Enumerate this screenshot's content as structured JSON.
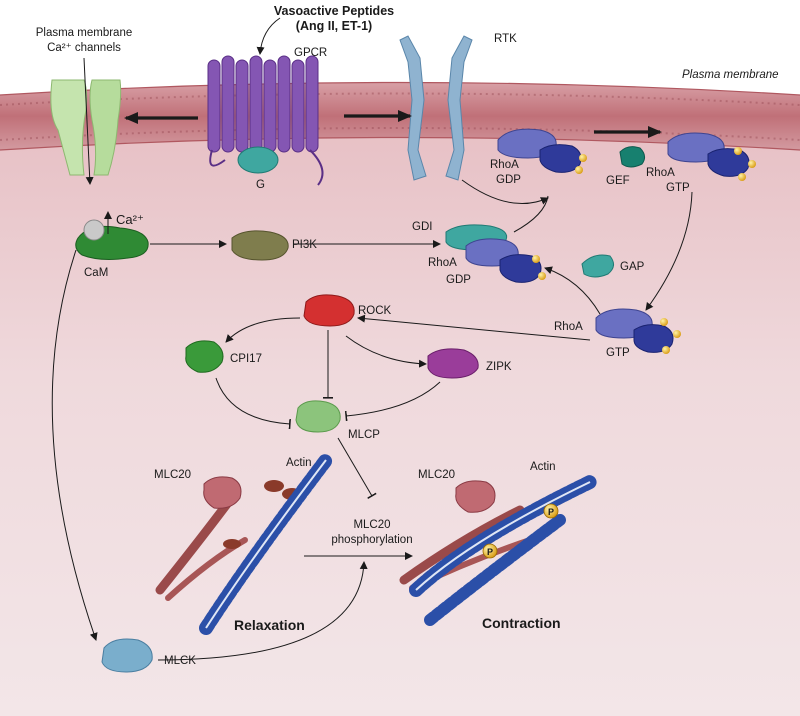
{
  "labels": {
    "vasoactive_line1": "Vasoactive Peptides",
    "vasoactive_line2": "(Ang II, ET-1)",
    "ca_channels_line1": "Plasma membrane",
    "ca_channels_line2": "Ca²⁺ channels",
    "gpcr": "GPCR",
    "rtk": "RTK",
    "plasma_membrane": "Plasma membrane",
    "g_protein": "G",
    "ca2": "Ca²⁺",
    "cam": "CaM",
    "pi3k": "PI3K",
    "gdi": "GDI",
    "rhoa_gdp_top_rhoa": "RhoA",
    "rhoa_gdp_top_gdp": "GDP",
    "gef": "GEF",
    "rhoa_gtp_top_rhoa": "RhoA",
    "rhoa_gtp_top_gtp": "GTP",
    "rhoa_gdi_rhoa": "RhoA",
    "rhoa_gdi_gdp": "GDP",
    "gap": "GAP",
    "rock": "ROCK",
    "rhoa_gtp_mid_rhoa": "RhoA",
    "rhoa_gtp_mid_gtp": "GTP",
    "cpi17": "CPI17",
    "zipk": "ZIPK",
    "mlcp": "MLCP",
    "mlc20_left": "MLC20",
    "actin_left": "Actin",
    "mlc20_right": "MLC20",
    "actin_right": "Actin",
    "mlc20_phos_line1": "MLC20",
    "mlc20_phos_line2": "phosphorylation",
    "relaxation": "Relaxation",
    "contraction": "Contraction",
    "mlck": "MLCK",
    "phospho_p1": "P",
    "phospho_p2": "P"
  },
  "colors": {
    "membrane": "#c77c84",
    "cytoplasm_top": "#e8c3c7",
    "cytoplasm_bottom": "#f2e6e8",
    "gpcr": "#7a4aa6",
    "rtk": "#8fb3d0",
    "ca_channel": "#bfe0a8",
    "g_protein": "#3fa7a0",
    "cam": "#2e7d32",
    "pi3k": "#7a7a4a",
    "rhoa": "#5a5fb0",
    "gdp_gtp_blob": "#283593",
    "nucleotide": "#f2c230",
    "gef": "#17806f",
    "gdi": "#3fa7a0",
    "gap": "#3fa7a0",
    "rock": "#d43030",
    "cpi17": "#3a9a3a",
    "zipk": "#9a3d9a",
    "mlcp": "#8cc47c",
    "myosin": "#b46666",
    "actin": "#2b4fa8",
    "mlck": "#7aaecc"
  }
}
